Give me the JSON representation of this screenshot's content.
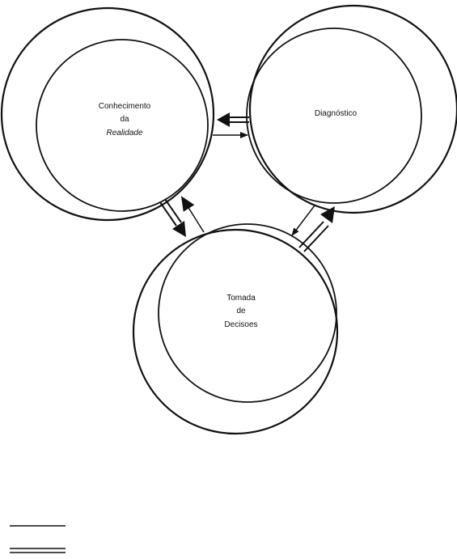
{
  "nodes": [
    {
      "id": "conhecimento",
      "lines": [
        "Conhecimento",
        "da",
        "Realidade"
      ]
    },
    {
      "id": "diagnostico",
      "lines": [
        "Diagnóstico"
      ]
    },
    {
      "id": "tomada",
      "lines": [
        "Tomada",
        "de",
        "Decisoes"
      ]
    }
  ],
  "legend": [
    {
      "id": "single-line",
      "text": ""
    },
    {
      "id": "double-line",
      "text": ""
    }
  ],
  "colors": {
    "stroke": "#111111",
    "background": "#ffffff"
  }
}
